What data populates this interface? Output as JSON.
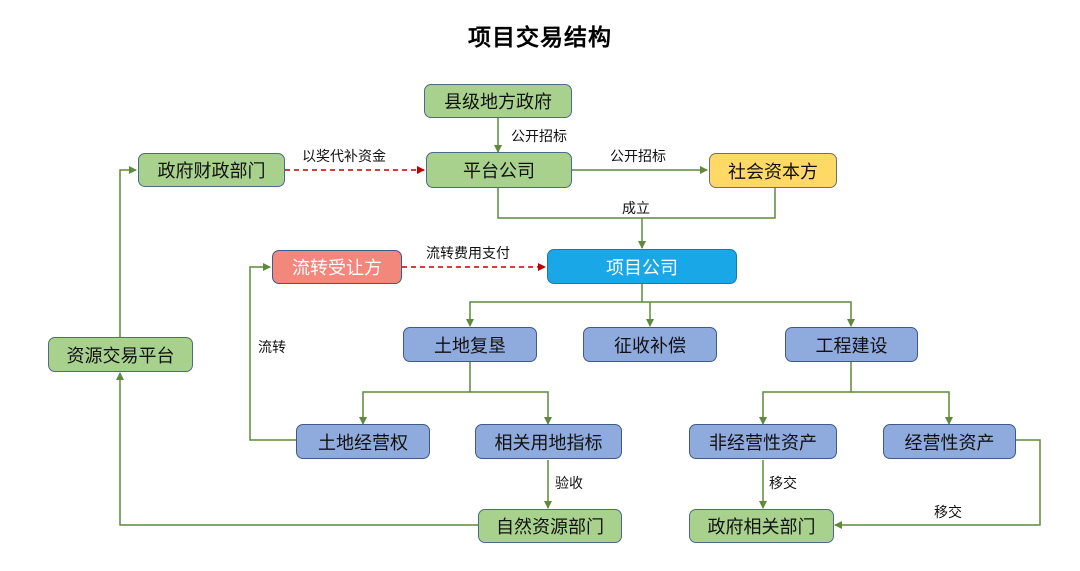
{
  "title": "项目交易结构",
  "nodes": {
    "county_gov": "县级地方政府",
    "platform": "平台公司",
    "finance_dept": "政府财政部门",
    "social_capital": "社会资本方",
    "transferee": "流转受让方",
    "project_company": "项目公司",
    "resource_platform": "资源交易平台",
    "land_reclaim": "土地复垦",
    "compensation": "征收补偿",
    "construction": "工程建设",
    "land_rights": "土地经营权",
    "land_quota": "相关用地指标",
    "non_operating": "非经营性资产",
    "operating": "经营性资产",
    "natural_resources": "自然资源部门",
    "gov_related": "政府相关部门"
  },
  "edge_labels": {
    "tender1": "公开招标",
    "tender2": "公开招标",
    "subsidy": "以奖代补资金",
    "establish": "成立",
    "transfer_fee": "流转费用支付",
    "circulate": "流转",
    "accept": "验收",
    "handover1": "移交",
    "handover2": "移交"
  },
  "colors": {
    "edge_solid": "#5f8a3c",
    "edge_dashed": "#c00000",
    "green_node": "#a9d18e",
    "blue_node": "#8faadc",
    "yellow_node": "#ffd966",
    "pink_node": "#f4877c",
    "cyan_node": "#1aa7e8"
  }
}
